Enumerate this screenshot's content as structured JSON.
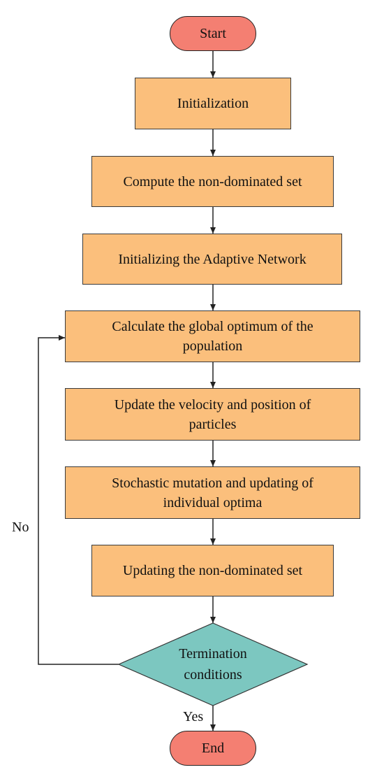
{
  "diagram": {
    "start": "Start",
    "steps": [
      "Initialization",
      "Compute the non-dominated set",
      "Initializing the Adaptive Network",
      "Calculate the global optimum of the population",
      "Update the velocity and position of particles",
      "Stochastic mutation and updating of individual optima",
      "Updating the non-dominated set"
    ],
    "decision": "Termination conditions",
    "end": "End",
    "edge_labels": {
      "no": "No",
      "yes": "Yes"
    },
    "colors": {
      "terminal": "#f47f72",
      "process": "#fbbf7c",
      "decision": "#7cc7c0",
      "line": "#222222"
    }
  }
}
